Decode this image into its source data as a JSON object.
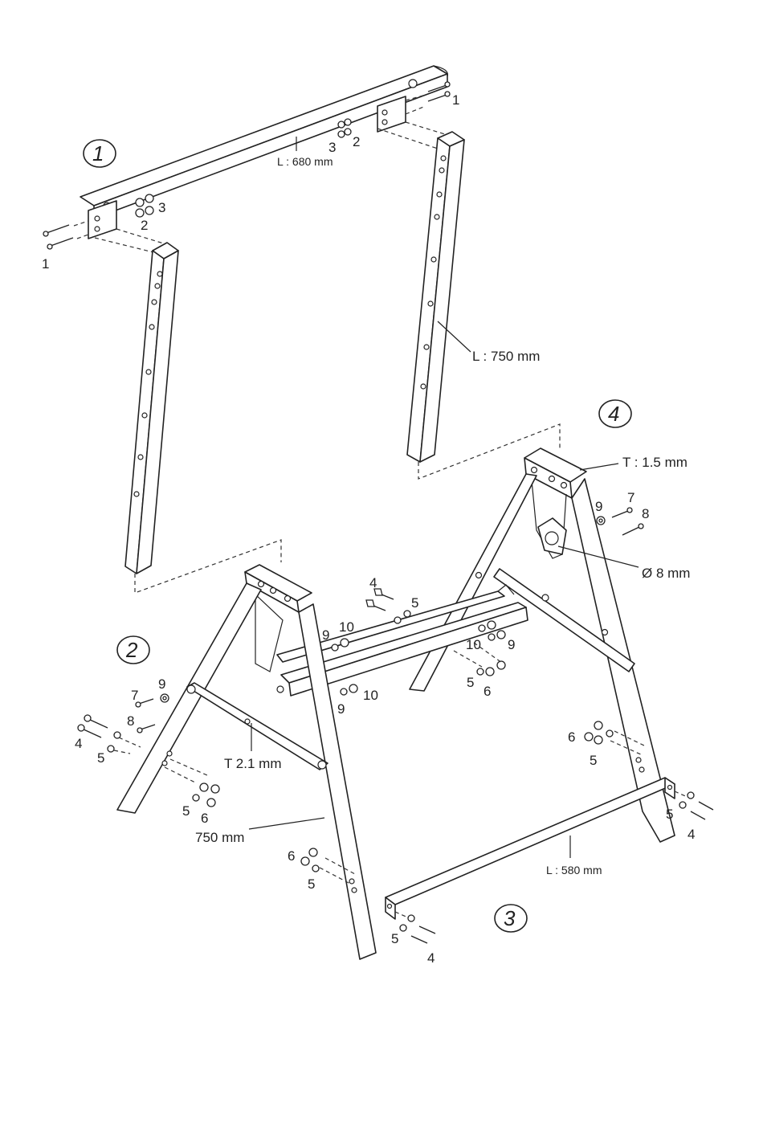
{
  "steps": [
    "1",
    "2",
    "3",
    "4"
  ],
  "dimensions": {
    "top_rail_length": "L : 680 mm",
    "leg_length": "L : 750 mm",
    "bottom_rail_length": "L : 580 mm",
    "leg_length_assembled": "750 mm",
    "brace_thickness": "T 2.1 mm",
    "head_thickness": "T : 1.5 mm",
    "hole_diameter": "Ø 8 mm"
  },
  "part_numbers": {
    "step1_bolt_right": "1",
    "step1_bolt_left": "1",
    "step1_washer_right_3": "3",
    "step1_nut_right_2": "2",
    "step1_washer_left_3": "3",
    "step1_nut_left_2": "2",
    "hinge_bolt_4": "4",
    "hinge_washer_5": "5",
    "hinge_washer_9a": "9",
    "hinge_nut_10a": "10",
    "hinge_nut_10b": "10",
    "hinge_washer_9b": "9",
    "hinge_washer_5b": "5",
    "hinge_nut_6b": "6",
    "hinge_washer_9c": "9",
    "hinge_nut_10c": "10",
    "left_washer_9": "9",
    "left_screw_7": "7",
    "left_screw_8": "8",
    "left_bolt_4": "4",
    "left_washer_5": "5",
    "left_low_washer_5": "5",
    "left_low_nut_6": "6",
    "mid_nut_6": "6",
    "mid_washer_5": "5",
    "right_nut_6": "6",
    "right_washer_5": "5",
    "right_end_washer_5": "5",
    "right_end_bolt_4": "4",
    "bottom_washer_5": "5",
    "bottom_bolt_4": "4",
    "head_washer_9": "9",
    "head_screw_7": "7",
    "head_screw_8": "8"
  }
}
